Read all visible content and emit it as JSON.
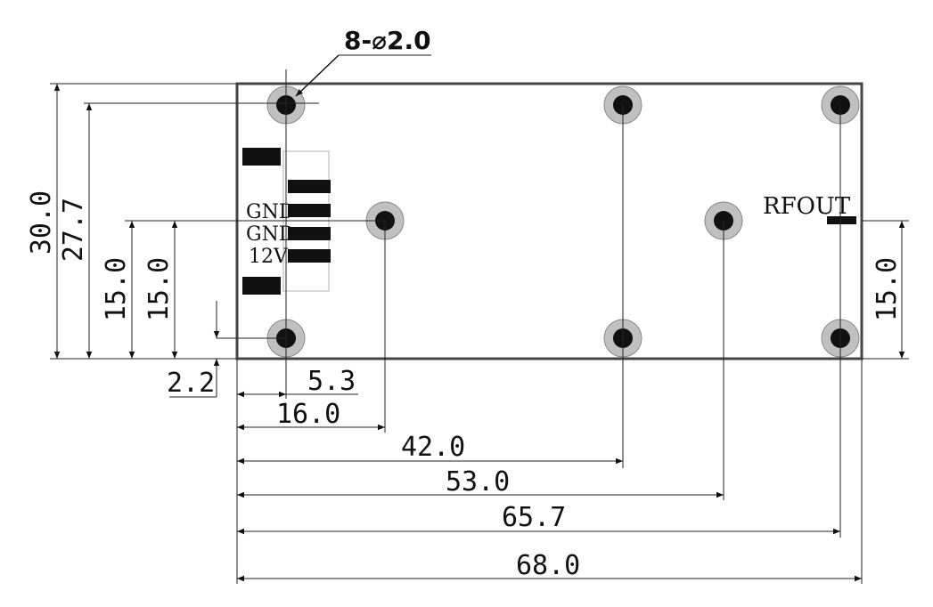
{
  "callout": {
    "holes": "8-⌀2.0"
  },
  "pins": {
    "gnd1": "GND",
    "gnd2": "GND",
    "v12": "12V"
  },
  "rfout": "RFOUT",
  "dims": {
    "height_total": "30.0",
    "height_27_7": "27.7",
    "height_15_a": "15.0",
    "height_15_b": "15.0",
    "height_15_right": "15.0",
    "offset_2_2": "2.2",
    "x_5_3": "5.3",
    "x_16_0": "16.0",
    "x_42_0": "42.0",
    "x_53_0": "53.0",
    "x_65_7": "65.7",
    "x_68_0": "68.0"
  },
  "colors": {
    "hole_ring": "#c0c0c0",
    "hole_core": "#111111",
    "pad": "#111111",
    "outline": "#444444"
  }
}
